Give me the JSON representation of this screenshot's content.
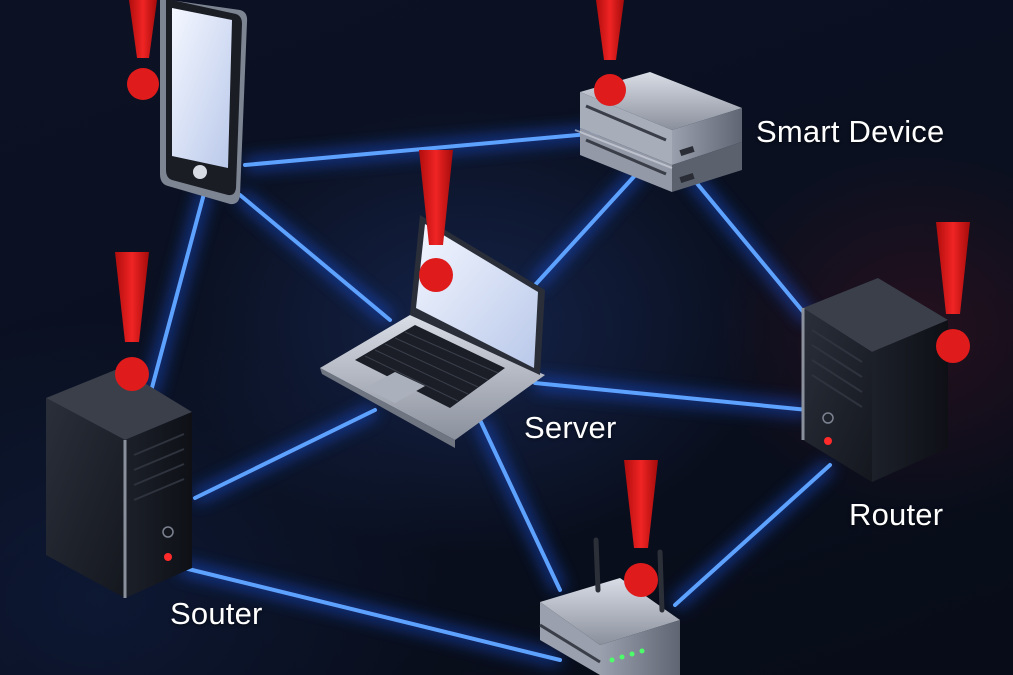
{
  "labels": {
    "smart_device": "Smart Device",
    "server": "Server",
    "router": "Router",
    "souter": "Souter"
  },
  "icons": [
    "alert-exclamation-icon"
  ],
  "colors": {
    "background": "#0a1020",
    "link": "#3f8cff",
    "link_glow": "#1f5fff",
    "alert": "#e01b1b",
    "label_text": "#ffffff"
  }
}
